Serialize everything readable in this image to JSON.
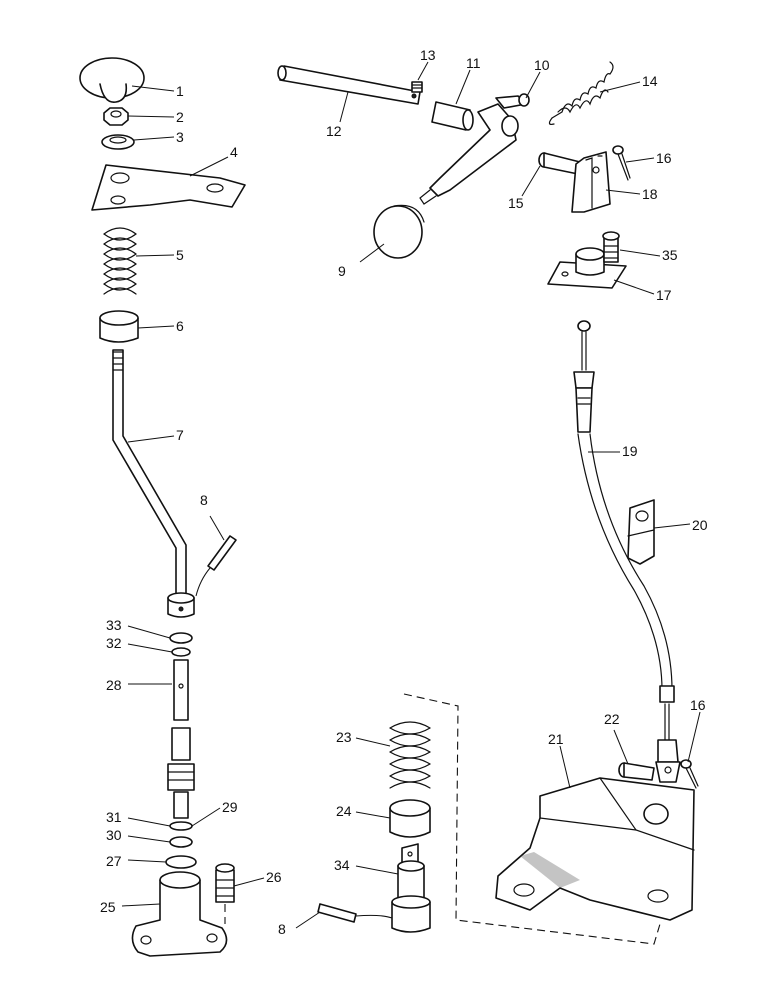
{
  "diagram": {
    "labels": [
      {
        "id": "1",
        "text": "1"
      },
      {
        "id": "2",
        "text": "2"
      },
      {
        "id": "3",
        "text": "3"
      },
      {
        "id": "4",
        "text": "4"
      },
      {
        "id": "5",
        "text": "5"
      },
      {
        "id": "6",
        "text": "6"
      },
      {
        "id": "7",
        "text": "7"
      },
      {
        "id": "8a",
        "text": "8"
      },
      {
        "id": "8b",
        "text": "8"
      },
      {
        "id": "9",
        "text": "9"
      },
      {
        "id": "10",
        "text": "10"
      },
      {
        "id": "11",
        "text": "11"
      },
      {
        "id": "12",
        "text": "12"
      },
      {
        "id": "13",
        "text": "13"
      },
      {
        "id": "14",
        "text": "14"
      },
      {
        "id": "15",
        "text": "15"
      },
      {
        "id": "16a",
        "text": "16"
      },
      {
        "id": "16b",
        "text": "16"
      },
      {
        "id": "17",
        "text": "17"
      },
      {
        "id": "18",
        "text": "18"
      },
      {
        "id": "19",
        "text": "19"
      },
      {
        "id": "20",
        "text": "20"
      },
      {
        "id": "21",
        "text": "21"
      },
      {
        "id": "22",
        "text": "22"
      },
      {
        "id": "23",
        "text": "23"
      },
      {
        "id": "24",
        "text": "24"
      },
      {
        "id": "25",
        "text": "25"
      },
      {
        "id": "26",
        "text": "26"
      },
      {
        "id": "27",
        "text": "27"
      },
      {
        "id": "28",
        "text": "28"
      },
      {
        "id": "29",
        "text": "29"
      },
      {
        "id": "30",
        "text": "30"
      },
      {
        "id": "31",
        "text": "31"
      },
      {
        "id": "32",
        "text": "32"
      },
      {
        "id": "33",
        "text": "33"
      },
      {
        "id": "34",
        "text": "34"
      },
      {
        "id": "35",
        "text": "35"
      }
    ]
  }
}
